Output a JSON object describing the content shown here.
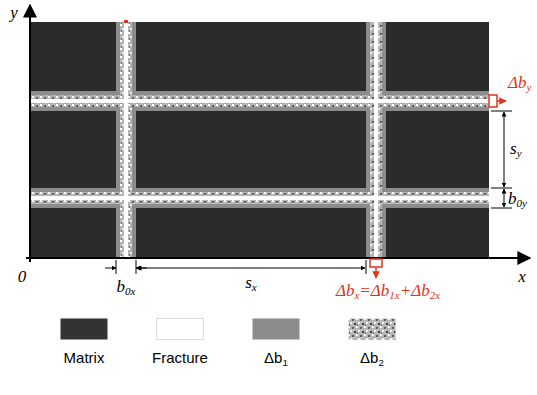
{
  "diagram": {
    "labels": [
      "y",
      "x",
      "0",
      "b0x",
      "sx",
      "Δbx=Δb1x+Δb2x",
      "Δby",
      "sy",
      "b0y"
    ],
    "legend": [
      {
        "text": "Matrix",
        "color": "#333333"
      },
      {
        "text": "Fracture",
        "color": "#ffffff"
      },
      {
        "text": "Δb1",
        "color": "#8c8c8c"
      },
      {
        "text": "Δb2"
      }
    ]
  }
}
